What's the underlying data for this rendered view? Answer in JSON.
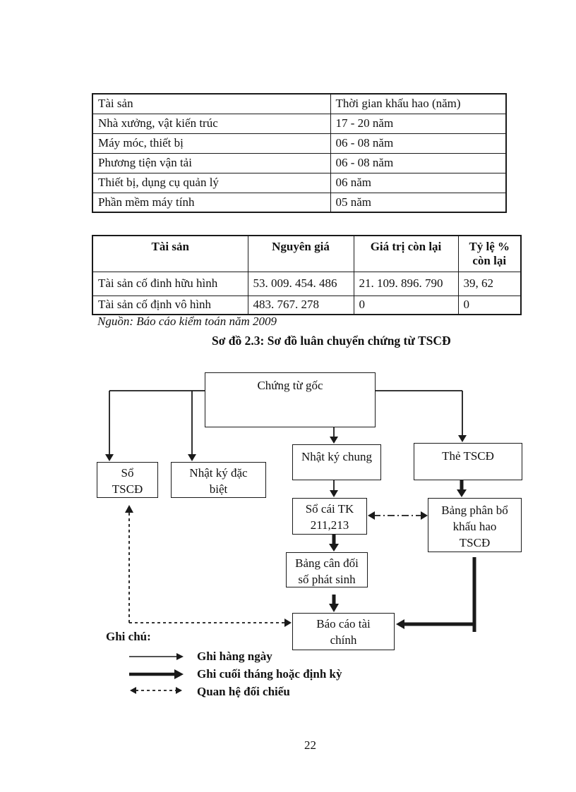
{
  "page": {
    "number": "22"
  },
  "table1": {
    "headers": [
      "Tài sản",
      "Thời gian khấu hao (năm)"
    ],
    "rows": [
      [
        "Nhà xưởng, vật kiến trúc",
        "17 - 20 năm"
      ],
      [
        "Máy móc, thiết bị",
        "06 - 08 năm"
      ],
      [
        "Phương tiện vận tải",
        "06 - 08 năm"
      ],
      [
        "Thiết bị, dụng cụ quản lý",
        "06 năm"
      ],
      [
        "Phần mềm máy tính",
        "05 năm"
      ]
    ]
  },
  "table2": {
    "headers": [
      "Tài sản",
      "Nguyên giá",
      "Giá trị còn lại",
      "Tỷ lệ %\ncòn lại"
    ],
    "rows": [
      [
        "Tài sản cố đinh hữu hình",
        "53. 009. 454. 486",
        "21. 109. 896. 790",
        "39, 62"
      ],
      [
        "Tài sản cố định vô hình",
        "483. 767. 278",
        "0",
        "0"
      ]
    ],
    "source_note": "Nguồn: Báo cáo kiểm toán năm 2009"
  },
  "diagram": {
    "title": "Sơ đồ 2.3: Sơ đồ luân chuyển chứng từ TSCĐ",
    "boxes": {
      "chung_tu_goc": "Chứng từ gốc",
      "so_tscd": "Sổ\nTSCĐ",
      "nhat_ky_dac_biet": "Nhật ký đặc\nbiệt",
      "nhat_ky_chung": "Nhật ký chung",
      "the_tscd": "Thẻ TSCĐ",
      "so_cai_tk": "Sổ cái TK\n211,213",
      "bang_phan_bo": "Bảng phân bổ\nkhấu hao\nTSCĐ",
      "bang_can_doi": "Bảng cân đối\nsố phát sinh",
      "bao_cao_tai_chinh": "Báo cáo tài\nchính"
    },
    "legend": {
      "title": "Ghi chú:",
      "items": [
        "Ghi hàng ngày",
        "Ghi cuối tháng hoặc định kỳ",
        "Quan hệ đối chiếu"
      ]
    }
  }
}
